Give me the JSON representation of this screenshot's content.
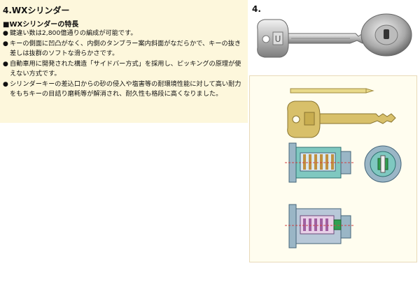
{
  "left": {
    "title": "4.WXシリンダー",
    "subheading": "■WXシリンダーの特長",
    "features": [
      "鍵違い数は2,800億通りの編成が可能です。",
      "キーの側面に凹凸がなく、内側のタンブラー案内斜面がなだらかで、キーの抜き差しは抜群のソフトな滑らかさです。",
      "自動車用に開発された構造「サイドバー方式」を採用し、ピッキングの原理が使えない方式です。",
      "シリンダーキーの差込口からの砂の侵入や塩害等の耐環境性能に対して高い耐力をもちキーの目詰り磨耗等が解消され、耐久性も格段に高くなりました。"
    ]
  },
  "right": {
    "number": "4.",
    "key_logo": "U"
  },
  "colors": {
    "panel_bg": "#fdf7dc",
    "key_brass": "#d8c06a",
    "cylinder_teal": "#7fc8c0"
  }
}
